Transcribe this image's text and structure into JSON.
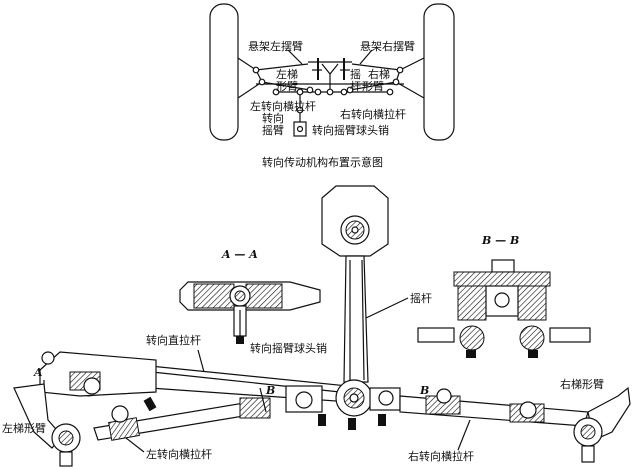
{
  "layout_diagram": {
    "caption": "转向传动机构布置示意图",
    "left_suspension_arm": "悬架左摆臂",
    "right_suspension_arm": "悬架右摆臂",
    "left_trapezoid_arm_1": "左梯",
    "left_trapezoid_arm_2": "形臂",
    "right_trapezoid_arm_1": "右梯",
    "right_trapezoid_arm_2": "形臂",
    "rocker_arm_pre_1": "摇",
    "rocker_arm_pre_2": "杆",
    "left_tie_rod": "左转向横拉杆",
    "right_tie_rod": "右转向横拉杆",
    "steering_arm_1": "转向",
    "steering_arm_2": "摇臂",
    "rocker_ball_pin": "转向摇臂球头销"
  },
  "section_views": {
    "aa_title": "A — A",
    "bb_title": "B — B"
  },
  "assembly": {
    "rocker_arm": "摇杆",
    "drag_link": "转向直拉杆",
    "rocker_ball_pin": "转向摇臂球头销",
    "left_trapezoid_arm": "左梯形臂",
    "right_trapezoid_arm": "右梯形臂",
    "left_tie_rod": "左转向横拉杆",
    "right_tie_rod": "右转向横拉杆",
    "section_mark_a": "A",
    "section_mark_b": "B"
  }
}
